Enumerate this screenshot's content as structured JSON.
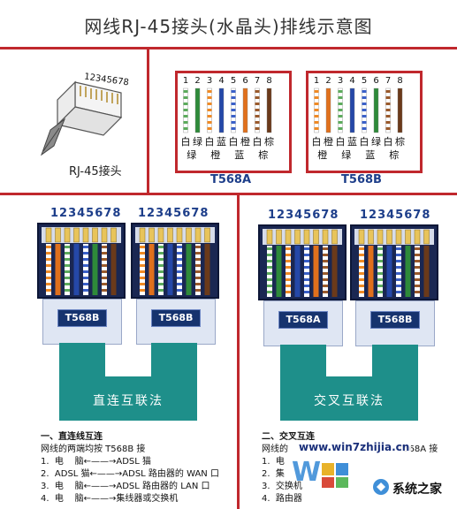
{
  "title": "网线RJ-45接头(水晶头)排线示意图",
  "connector_label": "RJ-45接头",
  "connector_pins": "12345678",
  "standards": [
    {
      "name": "T568A",
      "pin_numbers": [
        "1",
        "2",
        "3",
        "4",
        "5",
        "6",
        "7",
        "8"
      ],
      "color_top": [
        "白",
        "绿",
        "白",
        "蓝",
        "白",
        "橙",
        "白",
        "棕"
      ],
      "color_bottom": [
        "绿",
        "",
        "橙",
        "",
        "蓝",
        "",
        "棕",
        ""
      ],
      "wire_colors": [
        "#5cab5c",
        "#2e8a3a",
        "#f08a24",
        "#2548a8",
        "#3a60c8",
        "#e0701c",
        "#9a5a2c",
        "#6b3a1a"
      ],
      "stripe": [
        true,
        false,
        true,
        false,
        true,
        false,
        true,
        false
      ]
    },
    {
      "name": "T568B",
      "pin_numbers": [
        "1",
        "2",
        "3",
        "4",
        "5",
        "6",
        "7",
        "8"
      ],
      "color_top": [
        "白",
        "橙",
        "白",
        "蓝",
        "白",
        "绿",
        "白",
        "棕"
      ],
      "color_bottom": [
        "橙",
        "",
        "绿",
        "",
        "蓝",
        "",
        "棕",
        ""
      ],
      "wire_colors": [
        "#f08a24",
        "#e0701c",
        "#5cab5c",
        "#2548a8",
        "#3a60c8",
        "#2e8a3a",
        "#9a5a2c",
        "#6b3a1a"
      ],
      "stripe": [
        true,
        false,
        true,
        false,
        true,
        false,
        true,
        false
      ]
    }
  ],
  "plugs": {
    "pin_label": "12345678",
    "straight": {
      "left": "T568B",
      "right": "T568B",
      "cable_label": "直连互联法"
    },
    "cross": {
      "left": "T568A",
      "right": "T568B",
      "cable_label": "交叉互联法"
    }
  },
  "straight_caption": {
    "heading": "一、直连线互连",
    "subtitle": "网线的两端均按 T568B 接",
    "lines": [
      "1.  电    脑←——→ADSL 猫",
      "2.  ADSL 猫←——→ADSL 路由器的 WAN 口",
      "3.  电    脑←——→ADSL 路由器的 LAN 口",
      "4.  电    脑←——→集线器或交换机"
    ]
  },
  "cross_caption": {
    "heading": "二、交叉互连",
    "subtitle_start": "网线的",
    "subtitle_end": "T568A 接",
    "lines": [
      "1.  电",
      "2.  集",
      "3.  交换机",
      "4.  路由器"
    ]
  },
  "watermark": {
    "url": "www.win7zhijia.cn",
    "logo_text": "系统之家"
  }
}
